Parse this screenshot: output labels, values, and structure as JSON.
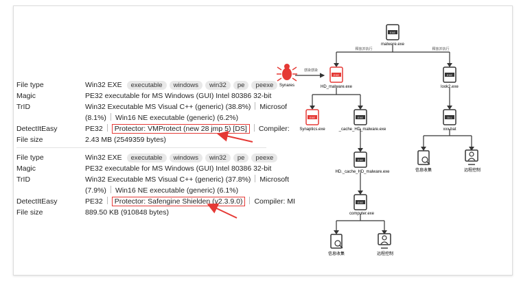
{
  "panel1": {
    "rows": [
      {
        "label": "File type",
        "value": "Win32 EXE",
        "tags": [
          "executable",
          "windows",
          "win32",
          "pe",
          "peexe"
        ]
      },
      {
        "label": "Magic",
        "value": "PE32 executable for MS Windows (GUI) Intel 80386 32-bit"
      },
      {
        "label": "TrID",
        "value": "Win32 Executable MS Visual C++ (generic) (38.8%)",
        "extra": "Microsof"
      },
      {
        "label": "",
        "value": "(8.1%)",
        "extra": "Win16 NE executable (generic) (6.2%)"
      },
      {
        "label": "DetectItEasy",
        "value": "PE32",
        "boxed": "Protector: VMProtect (new 28 jmp 5) [DS]",
        "extra": "Compiler:"
      },
      {
        "label": "File size",
        "value": "2.43 MB (2549359 bytes)"
      }
    ]
  },
  "panel2": {
    "rows": [
      {
        "label": "File type",
        "value": "Win32 EXE",
        "tags": [
          "executable",
          "windows",
          "win32",
          "pe",
          "peexe"
        ]
      },
      {
        "label": "Magic",
        "value": "PE32 executable for MS Windows (GUI) Intel 80386 32-bit"
      },
      {
        "label": "TrID",
        "value": "Win32 Executable MS Visual C++ (generic) (37.8%)",
        "extra": "Microsoft"
      },
      {
        "label": "",
        "value": "(7.9%)",
        "extra": "Win16 NE executable (generic) (6.1%)"
      },
      {
        "label": "DetectItEasy",
        "value": "PE32",
        "boxed": "Protector: Safengine Shielden (v2.3.9.0)",
        "extra": "Compiler: MI"
      },
      {
        "label": "File size",
        "value": "889.50 KB (910848 bytes)"
      }
    ]
  },
  "diagram": {
    "nodes": {
      "malware": "malware.exe",
      "synares": "Synares",
      "hd_malware": "HD_malware.exe",
      "look2": "look2.exe",
      "synaptics": "Synaptics.exe",
      "cache_hd": "_cache_HD_malware.exe",
      "xxx_bat": "xxx.bat",
      "hd_cache": "HD._cache_HD_malware.exe",
      "computer": "computer.exe",
      "info1": "信息收集",
      "remote1": "远程控制",
      "info2": "信息收集",
      "remote2": "远程控制"
    },
    "edges": {
      "e1": "释放并执行",
      "e2": "释放并执行",
      "e3": "感染感染"
    },
    "icons": {
      "exe": "EXE",
      "dll": "DLL"
    }
  }
}
